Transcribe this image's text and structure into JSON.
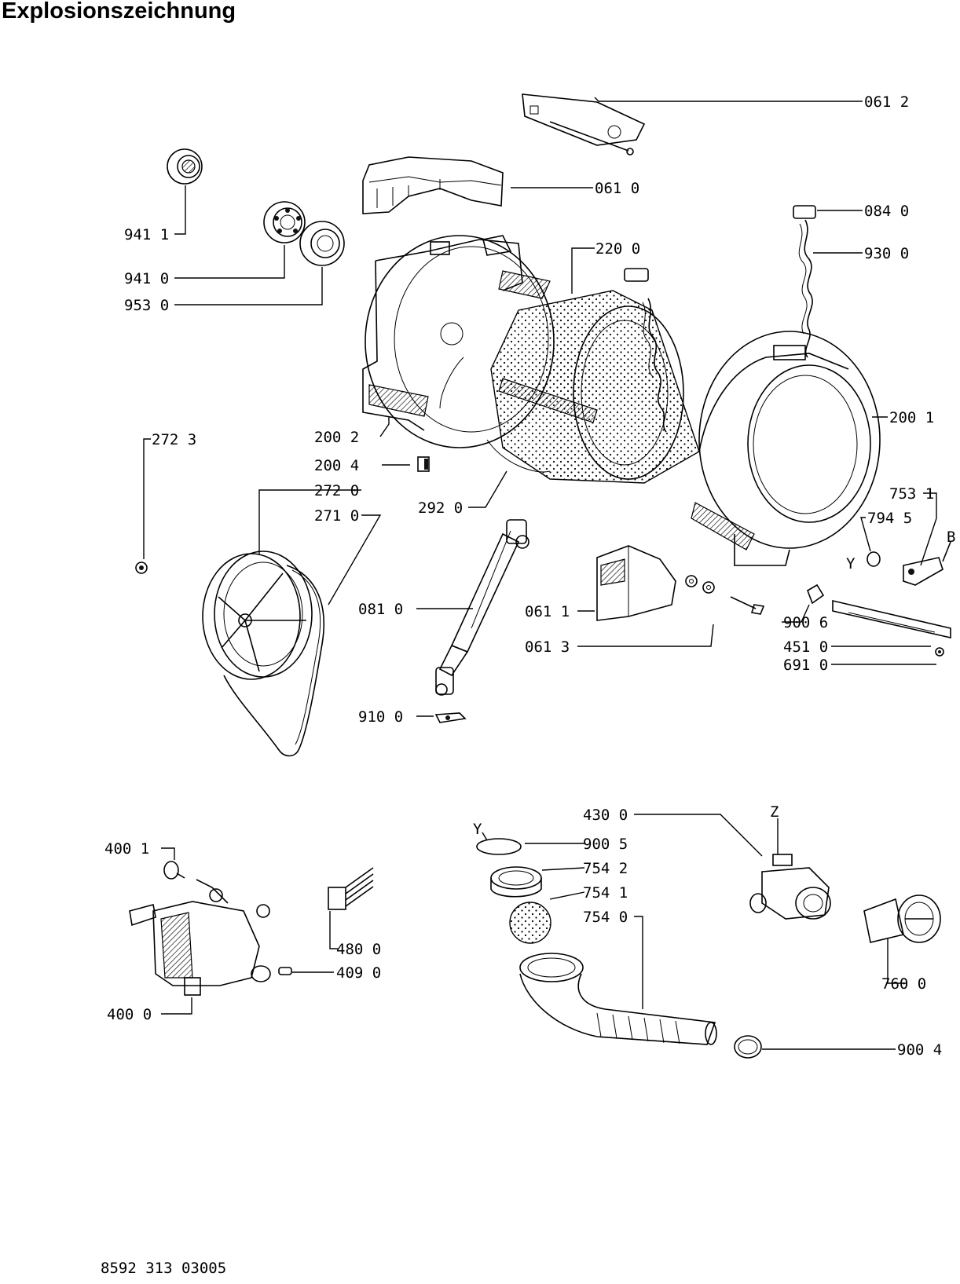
{
  "title": "Explosionszeichnung",
  "document_number": "8592 313 03005",
  "labels": {
    "p0612": "061 2",
    "p0610": "061 0",
    "p9411": "941 1",
    "p0840": "084 0",
    "p2200": "220 0",
    "p9300": "930 0",
    "p9410": "941 0",
    "p9530": "953 0",
    "p2001": "200 1",
    "p2723": "272 3",
    "p2002": "200 2",
    "p2004": "200 4",
    "p2720": "272 0",
    "p2710": "271 0",
    "p2920": "292 0",
    "p7531": "753 1",
    "p7945": "794 5",
    "markB": "B",
    "markY1": "Y",
    "p0810": "081 0",
    "p0611": "061 1",
    "p9006": "900 6",
    "p0613": "061 3",
    "p4510": "451 0",
    "p6910": "691 0",
    "p9100": "910 0",
    "p4300": "430 0",
    "markZ": "Z",
    "markY2": "Y",
    "p9005": "900 5",
    "p4001": "400 1",
    "p7542": "754 2",
    "p7541": "754 1",
    "p7540": "754 0",
    "p4800": "480 0",
    "p4090": "409 0",
    "p7600": "760 0",
    "p4000": "400 0",
    "p9004": "900 4"
  }
}
